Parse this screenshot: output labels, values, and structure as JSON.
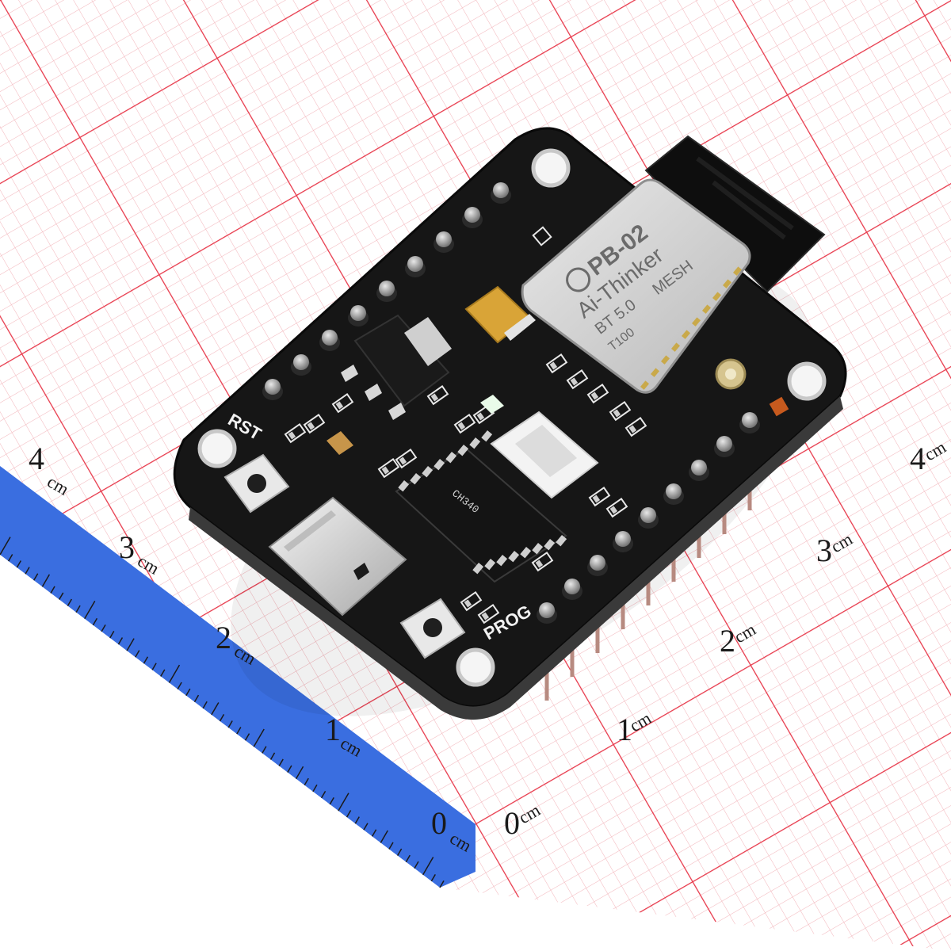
{
  "ruler": {
    "left_labels": [
      {
        "num": "4",
        "unit": "cm"
      },
      {
        "num": "3",
        "unit": "cm"
      },
      {
        "num": "2",
        "unit": "cm"
      },
      {
        "num": "1",
        "unit": "cm"
      },
      {
        "num": "0",
        "unit": "cm"
      }
    ],
    "right_labels": [
      {
        "num": "4",
        "unit": "cm"
      },
      {
        "num": "3",
        "unit": "cm"
      },
      {
        "num": "2",
        "unit": "cm"
      },
      {
        "num": "1",
        "unit": "cm"
      },
      {
        "num": "0",
        "unit": "cm"
      }
    ]
  },
  "board": {
    "rst_label": "RST",
    "prog_label": "PROG",
    "module": {
      "line1": "PB-02",
      "line2": "Ai-Thinker",
      "line3": "BT 5.0",
      "line4": "MESH",
      "line5": "T100"
    },
    "chip_text": "CH340"
  },
  "colors": {
    "grid_major": "#e8384a",
    "grid_minor": "#f2a0a8",
    "ruler_band": "#3a6ee0",
    "pcb": "#141414"
  }
}
